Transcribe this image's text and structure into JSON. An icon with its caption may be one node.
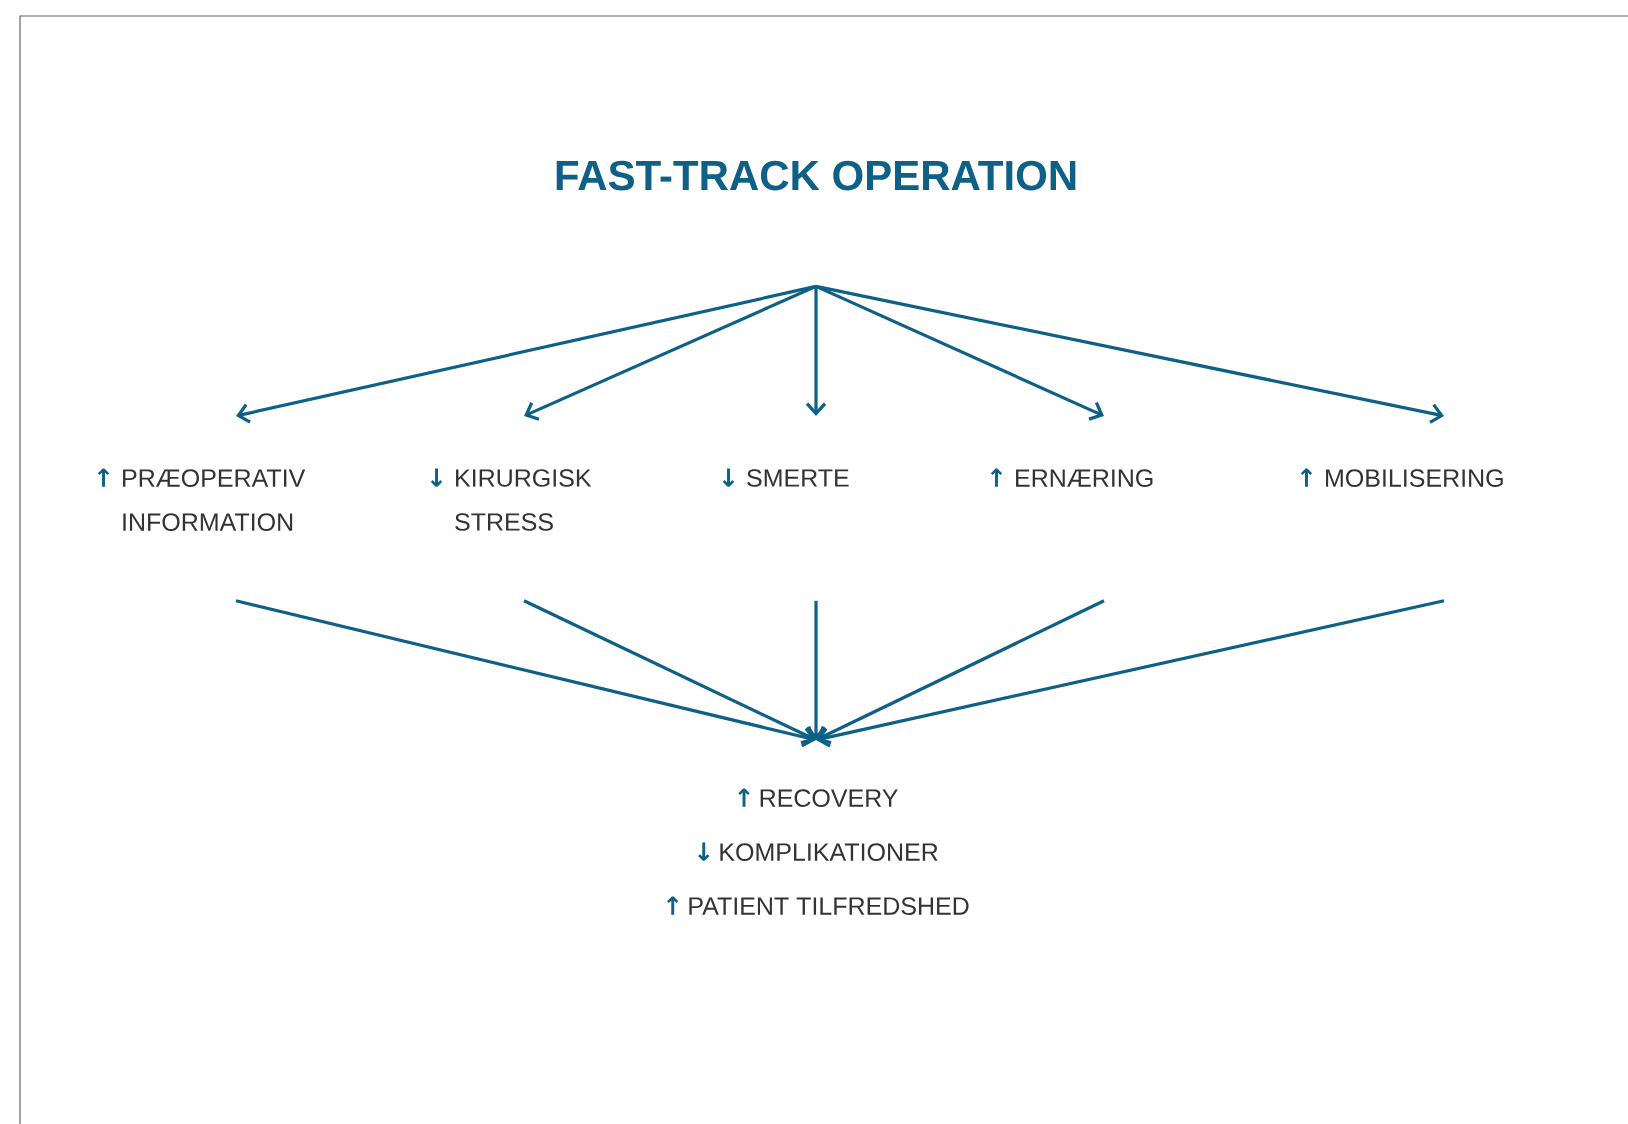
{
  "diagram": {
    "nodes": [
      {
        "text": [
          "FAST-TRACK OPERATION"
        ]
      },
      {
        "text": [
          "↑",
          "PRÆOPERATIV INFORMATION"
        ]
      },
      {
        "text": [
          "↓",
          "KIRURGISK STRESS"
        ]
      },
      {
        "text": [
          "↓",
          "SMERTE"
        ]
      },
      {
        "text": [
          "↑",
          "ERNÆRING"
        ]
      },
      {
        "text": [
          "↑",
          "MOBILISERING"
        ]
      },
      {
        "text": [
          "↑",
          "RECOVERY",
          "↓",
          "KOMPLIKATIONER",
          "↑",
          "PATIENT TILFREDSHED"
        ]
      }
    ],
    "edges": [
      {
        "from": 0,
        "to": 1,
        "arrow": "to"
      },
      {
        "from": 0,
        "to": 2,
        "arrow": "to"
      },
      {
        "from": 0,
        "to": 3,
        "arrow": "to"
      },
      {
        "from": 0,
        "to": 4,
        "arrow": "to"
      },
      {
        "from": 0,
        "to": 5,
        "arrow": "to"
      },
      {
        "from": 1,
        "to": 6,
        "arrow": "to"
      },
      {
        "from": 2,
        "to": 6,
        "arrow": "to"
      },
      {
        "from": 3,
        "to": 6,
        "arrow": "to"
      },
      {
        "from": 4,
        "to": 6,
        "arrow": "to"
      },
      {
        "from": 5,
        "to": 6,
        "arrow": "to"
      }
    ]
  }
}
